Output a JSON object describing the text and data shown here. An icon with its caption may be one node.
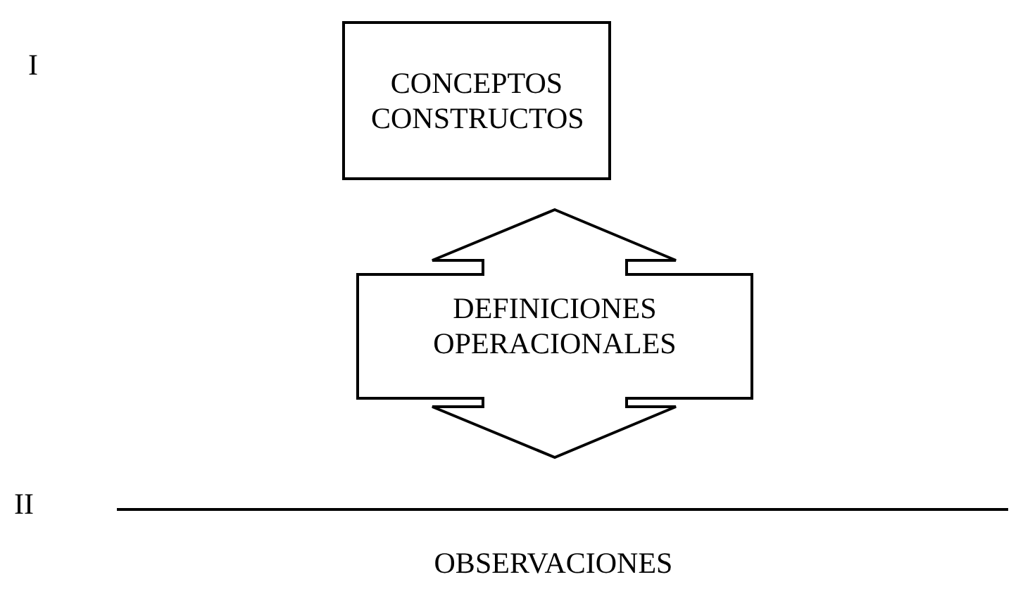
{
  "diagram": {
    "nodes": [
      {
        "text": [
          "CONCEPTOS CONSTRUCTOS"
        ]
      },
      {
        "text": [
          "DEFINICIONES OPERACIONALES"
        ]
      }
    ],
    "labels": [
      "I",
      "II",
      "OBSERVACIONES"
    ]
  }
}
